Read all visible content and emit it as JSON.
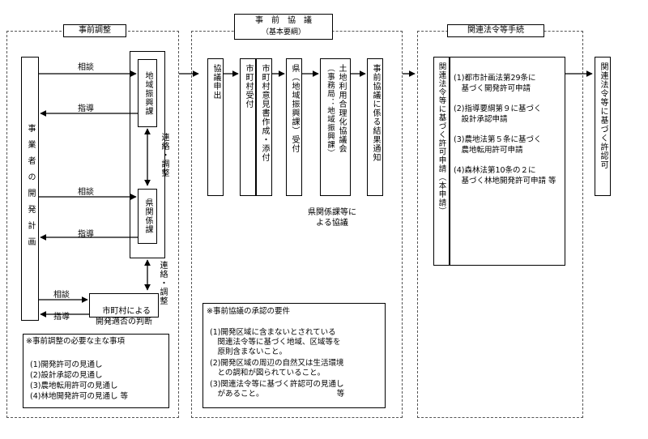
{
  "sections": {
    "prior_adjustment": "事前調整",
    "prior_consultation": "事　前　協　議",
    "prior_consultation_sub": "（基本要綱）",
    "procedures": "関連法令等手続"
  },
  "left": {
    "developer_plan": "事業者の開発計画",
    "regional_office_1": "地域振興課",
    "prefecture_section": "県関係課",
    "municipality_judge": "市町村による\n開発適否の判断",
    "liaison_1": "連絡・調整",
    "liaison_2": "連絡・調整",
    "consult_1": "相談",
    "guide_1": "指導",
    "consult_2": "相談",
    "guide_2": "指導",
    "consult_3": "相談",
    "guide_3": "指導",
    "notes_title": "※事前調整の必要な主な事項",
    "notes": [
      "(1)開発許可の見通し",
      "(2)設計承認の見通し",
      "(3)農地転用許可の見通し",
      "(4)林地開発許可の見通し 等"
    ]
  },
  "middle": {
    "step1": "協議申出",
    "step2": "市町村受付",
    "step3": "市町村意見書作成・添付",
    "step4": "県（地域振興課）受付",
    "step5a": "土地利用合理化協議会",
    "step5b": "（事務局：地域振興課）",
    "step6": "事前協議に係る結果通知",
    "pref_consult": "県関係課等に\nよる協議",
    "req_title": "※事前協議の承認の要件",
    "requirements": [
      "(1)開発区域に含まないとされている",
      "　関連法令等に基づく地域、区域等を",
      "　原則含まないこと。",
      "(2)開発区域の周辺の自然又は生活環境",
      "　との調和が図られていること。",
      "(3)関連法令等に基づく許認可の見通し",
      "　があること。　　　　　　　　　　等"
    ]
  },
  "right": {
    "application": "関連法令等に基づく許可申請（本申請）",
    "items": [
      "(1)都市計画法第29条に",
      "　基づく開発許可申請",
      "(2)指導要綱第９に基づく",
      "　設計承認申請",
      "(3)農地法第５条に基づく",
      "　農地転用許可申請",
      "(4)森林法第10条の２に基づく林地開発許可申請 等"
    ],
    "items_display": [
      "(1)都市計画法第29条に",
      "　基づく開発許可申請",
      "",
      "(2)指導要綱第９に基づく",
      "　設計承認申請",
      "",
      "(3)農地法第５条に基づく",
      "　農地転用許可申請",
      "",
      "(4)森林法第10条の２に",
      "　基づく林地開発許可申請 等"
    ],
    "final": "関連法令等に基づく許認可"
  }
}
